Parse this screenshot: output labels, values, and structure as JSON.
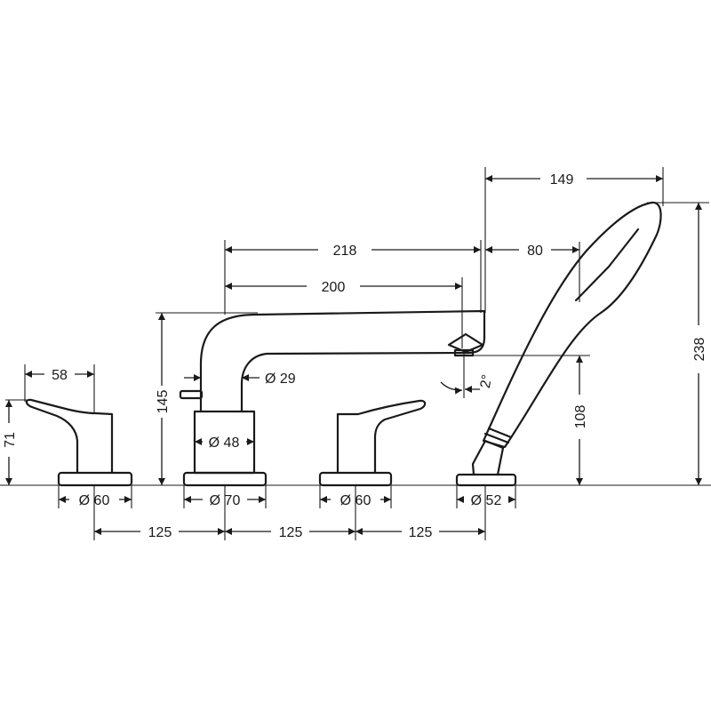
{
  "dimensions": {
    "lever_left_width": "58",
    "lever_left_height": "71",
    "flange_left_diameter": "Ø 60",
    "spout_base_diameter": "Ø 70",
    "spout_body_diameter": "Ø 48",
    "spout_pipe_diameter": "Ø 29",
    "spout_height": "145",
    "spout_reach_outer": "218",
    "spout_reach_inner": "200",
    "flange_right_diameter": "Ø 60",
    "shower_base_diameter": "Ø 52",
    "shower_width": "149",
    "shower_offset": "80",
    "shower_outlet_height": "108",
    "shower_total_height": "238",
    "spout_angle": "2°",
    "spacing_1": "125",
    "spacing_2": "125",
    "spacing_3": "125"
  }
}
